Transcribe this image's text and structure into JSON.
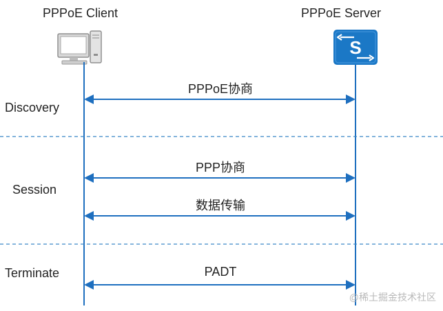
{
  "endpoints": {
    "client_label": "PPPoE Client",
    "server_label": "PPPoE Server",
    "server_icon_letter": "S"
  },
  "phases": [
    {
      "label": "Discovery"
    },
    {
      "label": "Session"
    },
    {
      "label": "Terminate"
    }
  ],
  "messages": [
    {
      "label": "PPPoE协商"
    },
    {
      "label": "PPP协商"
    },
    {
      "label": "数据传输"
    },
    {
      "label": "PADT"
    }
  ],
  "watermark": "@稀土掘金技术社区",
  "colors": {
    "lifeline": "#1e6fbf",
    "arrow": "#1e6fbf",
    "divider": "#3a86c8",
    "server_icon": "#1b78c6"
  },
  "icons": {
    "client": "desktop-computer-icon",
    "server": "switch-icon"
  }
}
